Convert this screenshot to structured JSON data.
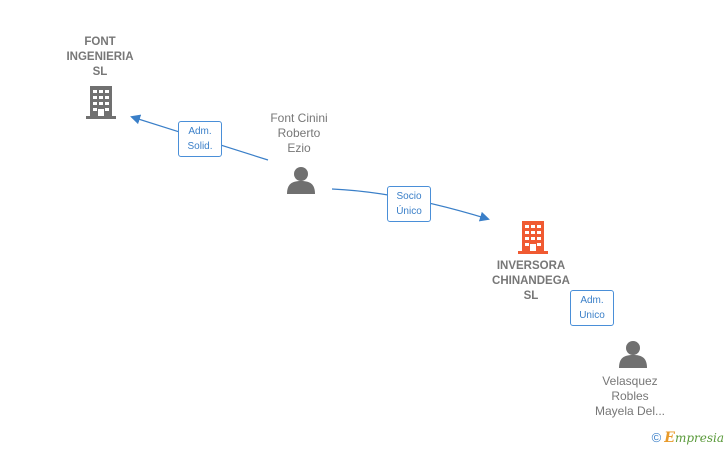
{
  "nodes": {
    "font_ingenieria": {
      "type": "company",
      "lines": [
        "FONT",
        "INGENIERIA",
        "SL"
      ],
      "color": "#777777"
    },
    "font_cinini": {
      "type": "person",
      "lines": [
        "Font Cinini",
        "Roberto",
        "Ezio"
      ],
      "color": "#777777"
    },
    "inversora": {
      "type": "company",
      "lines": [
        "INVERSORA",
        "CHINANDEGA",
        "SL"
      ],
      "color": "#f05a32",
      "highlighted": true
    },
    "velasquez": {
      "type": "person",
      "lines": [
        "Velasquez",
        "Robles",
        "Mayela Del..."
      ],
      "color": "#777777"
    }
  },
  "edges": [
    {
      "from": "font_cinini",
      "to": "font_ingenieria",
      "role_lines": [
        "Adm.",
        "Solid."
      ]
    },
    {
      "from": "font_cinini",
      "to": "inversora",
      "role_lines": [
        "Socio",
        "Único"
      ]
    },
    {
      "from": "velasquez",
      "to": "inversora",
      "role_lines": [
        "Adm.",
        "Unico"
      ]
    }
  ],
  "colors": {
    "edge": "#3a7fc8",
    "company_icon": "#707070",
    "highlight_icon": "#f05a32",
    "person_icon": "#707070"
  },
  "footer": {
    "copyright_symbol": "©",
    "brand_initial": "E",
    "brand_rest": "mpresia"
  }
}
